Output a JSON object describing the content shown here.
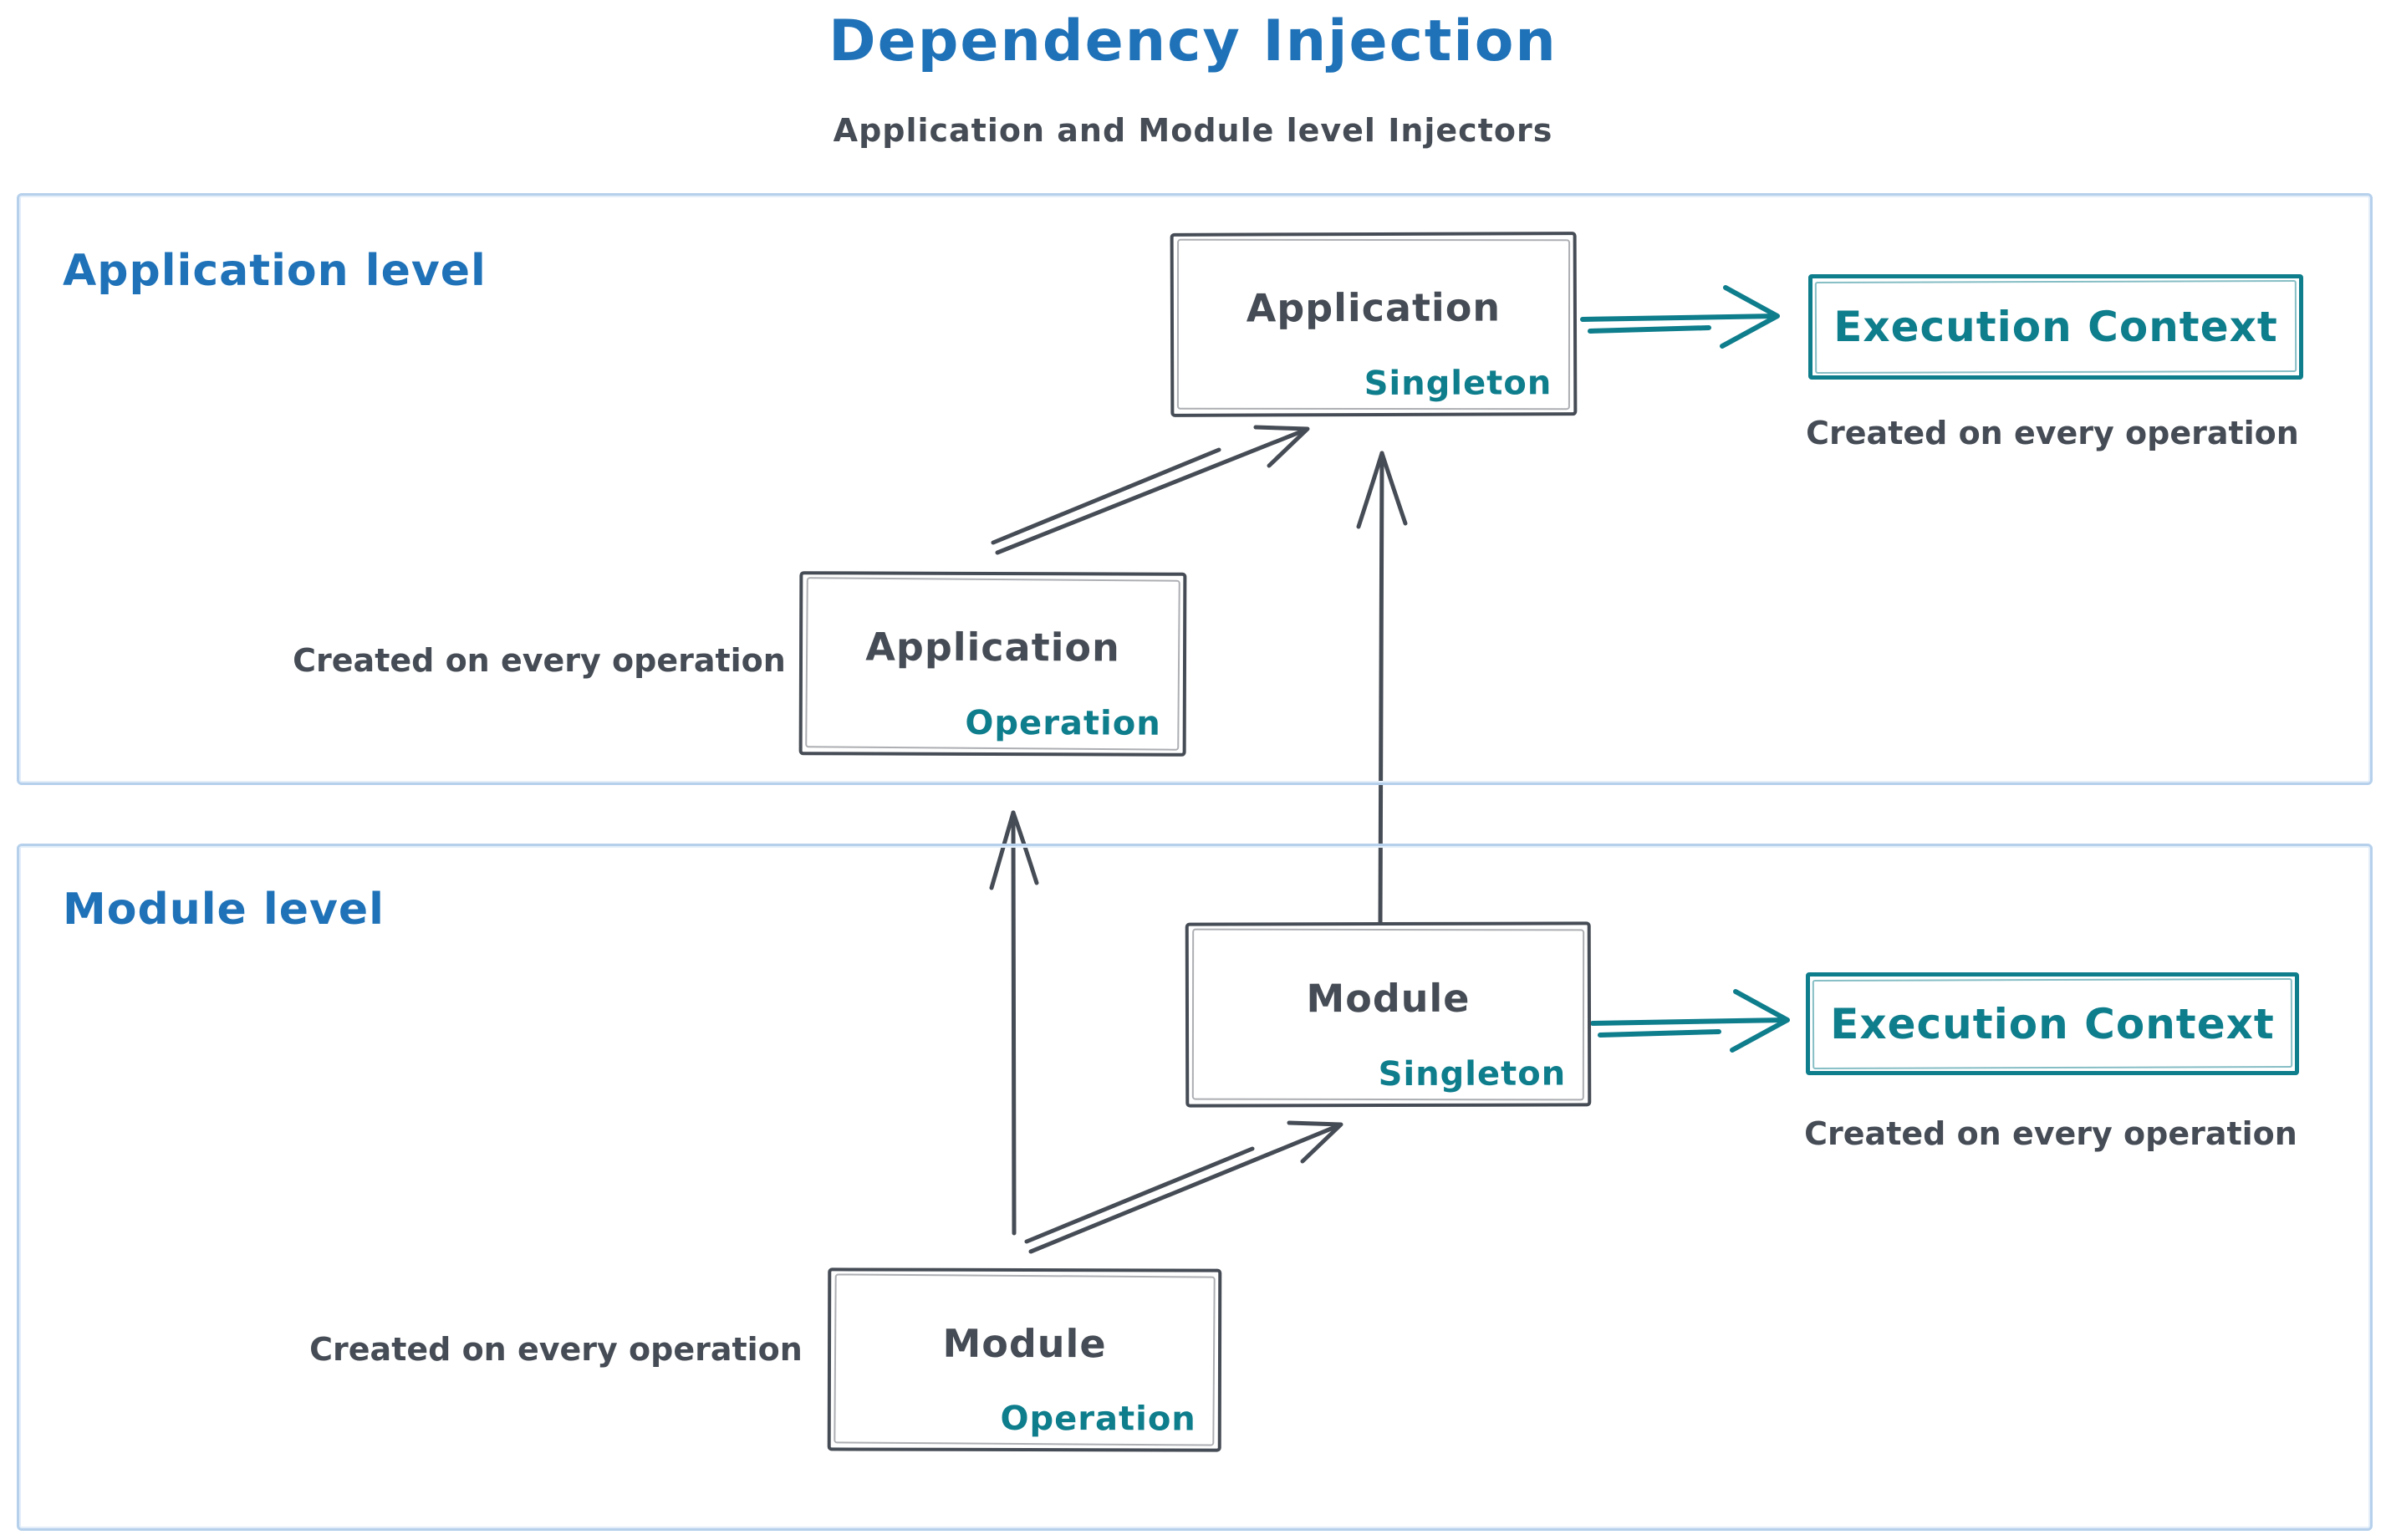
{
  "title": "Dependency Injection",
  "subtitle": "Application and Module level Injectors",
  "colors": {
    "title_blue": "#1f72b8",
    "stroke_dark": "#464c55",
    "accent_teal": "#0e7d8c",
    "frame_blue": "#b6d0ec",
    "background": "#ffffff"
  },
  "sections": {
    "application": {
      "label": "Application level"
    },
    "module": {
      "label": "Module level"
    }
  },
  "nodes": {
    "app_singleton": {
      "title": "Application",
      "tag": "Singleton"
    },
    "app_operation": {
      "title": "Application",
      "tag": "Operation"
    },
    "module_singleton": {
      "title": "Module",
      "tag": "Singleton"
    },
    "module_operation": {
      "title": "Module",
      "tag": "Operation"
    },
    "exec_context_app": {
      "title": "Execution Context"
    },
    "exec_context_module": {
      "title": "Execution Context"
    }
  },
  "captions": {
    "exec_app": "Created on every operation",
    "app_operation": "Created on every operation",
    "exec_module": "Created on every operation",
    "module_operation": "Created on every operation"
  },
  "arrows": [
    {
      "id": "app-singleton-to-exec-context",
      "from": "Application Singleton",
      "to": "Execution Context (application level)",
      "color": "#0e7d8c"
    },
    {
      "id": "module-singleton-to-exec-context",
      "from": "Module Singleton",
      "to": "Execution Context (module level)",
      "color": "#0e7d8c"
    },
    {
      "id": "app-operation-to-app-singleton",
      "from": "Application Operation",
      "to": "Application Singleton",
      "color": "#464c55"
    },
    {
      "id": "module-operation-to-module-singleton",
      "from": "Module Operation",
      "to": "Module Singleton",
      "color": "#464c55"
    },
    {
      "id": "module-operation-to-app-operation",
      "from": "Module Operation",
      "to": "Application Operation",
      "color": "#464c55"
    },
    {
      "id": "module-singleton-to-app-singleton",
      "from": "Module Singleton",
      "to": "Application Singleton",
      "color": "#464c55"
    }
  ]
}
